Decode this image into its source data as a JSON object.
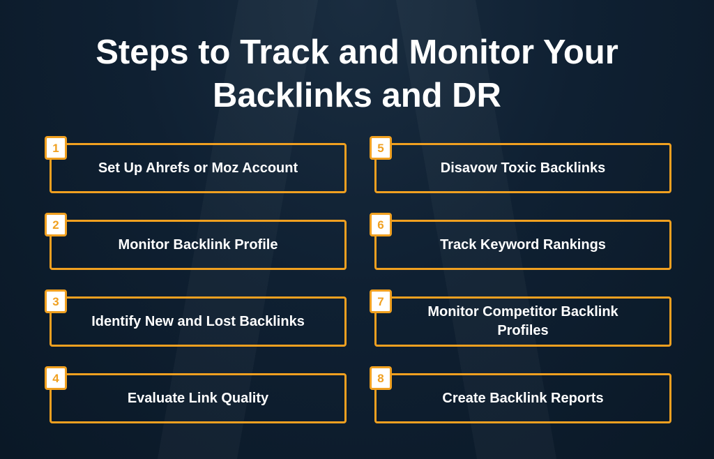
{
  "title_line1": "Steps to Track and Monitor Your",
  "title_line2": "Backlinks and DR",
  "steps": [
    {
      "num": "1",
      "label": "Set Up Ahrefs or Moz Account"
    },
    {
      "num": "2",
      "label": "Monitor Backlink Profile"
    },
    {
      "num": "3",
      "label": "Identify New and Lost Backlinks"
    },
    {
      "num": "4",
      "label": "Evaluate Link Quality"
    },
    {
      "num": "5",
      "label": "Disavow Toxic Backlinks"
    },
    {
      "num": "6",
      "label": "Track Keyword Rankings"
    },
    {
      "num": "7",
      "label": "Monitor Competitor Backlink Profiles"
    },
    {
      "num": "8",
      "label": "Create Backlink Reports"
    }
  ],
  "colors": {
    "accent": "#f0a020",
    "background": "#0f2032"
  }
}
